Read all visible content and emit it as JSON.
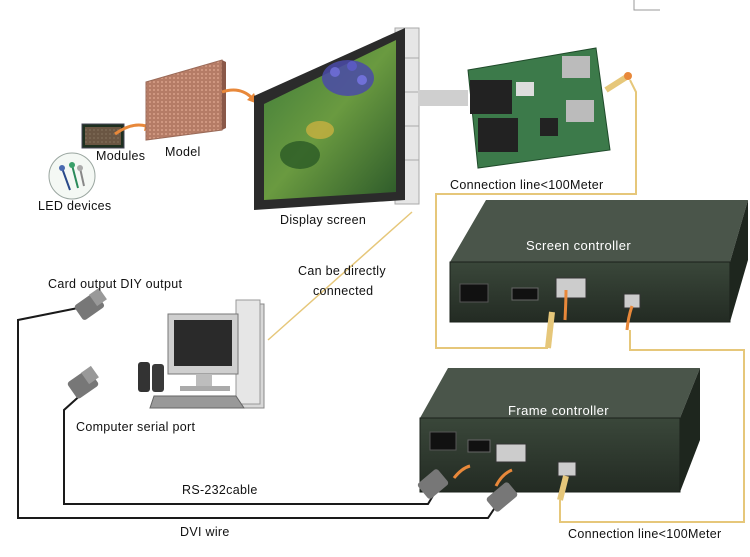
{
  "labels": {
    "led_devices": "LED devices",
    "modules": "Modules",
    "model": "Model",
    "display_screen": "Display screen",
    "connection_top": "Connection line<100Meter",
    "connection_bottom": "Connection line<100Meter",
    "direct_line1": "Can be directly",
    "direct_line2": "connected",
    "card_output": "Card output DIY output",
    "computer_serial": "Computer serial port",
    "rs232": "RS-232cable",
    "dvi": "DVI wire"
  },
  "controllers": {
    "screen": "Screen controller",
    "frame": "Frame controller"
  },
  "colors": {
    "wire_black": "#1a1a1a",
    "wire_yellow": "#e6c77a",
    "controller_body": "#2f3a2e",
    "arrow_orange": "#e8883a",
    "led_panel": "#c08870",
    "pcb_green": "#3c7a4a"
  }
}
